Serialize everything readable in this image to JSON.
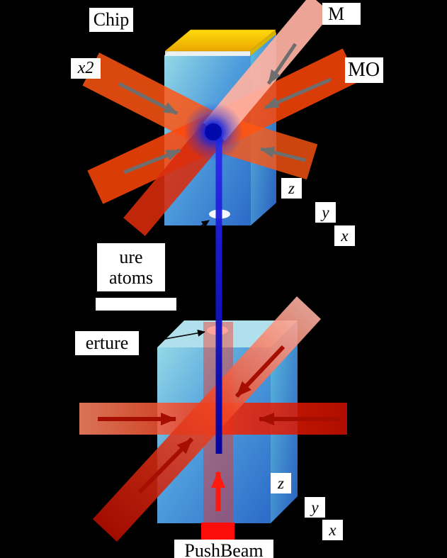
{
  "scene": {
    "background": "#000000",
    "labels": {
      "chip": "Chip",
      "mot_top": "M",
      "mot_right": "MO",
      "x2": "x2",
      "capture": {
        "line1": "ure",
        "line2": "atoms"
      },
      "aperture": "erture",
      "push_beam": "PushBeam",
      "axes_top": {
        "z": "z",
        "y": "y",
        "x": "x"
      },
      "axes_bottom": {
        "z": "z",
        "y": "y",
        "x": "x"
      }
    },
    "colors": {
      "chamber_blue": "#3c86e2",
      "chip_gold": "#ffd90a",
      "mot_beam_orange": "#ff4d10",
      "mot_beam_pink": "#ffb2a2",
      "cooling_beam_red": "#e51200",
      "push_beam_red": "#fb0d0a",
      "atom_cloud_blue": "#000cc0",
      "vertical_beam_blue": "#0b0bcf",
      "beam_arrow_gray": "#6e6e6e",
      "beam_arrow_dark_red": "#a50e00"
    }
  }
}
